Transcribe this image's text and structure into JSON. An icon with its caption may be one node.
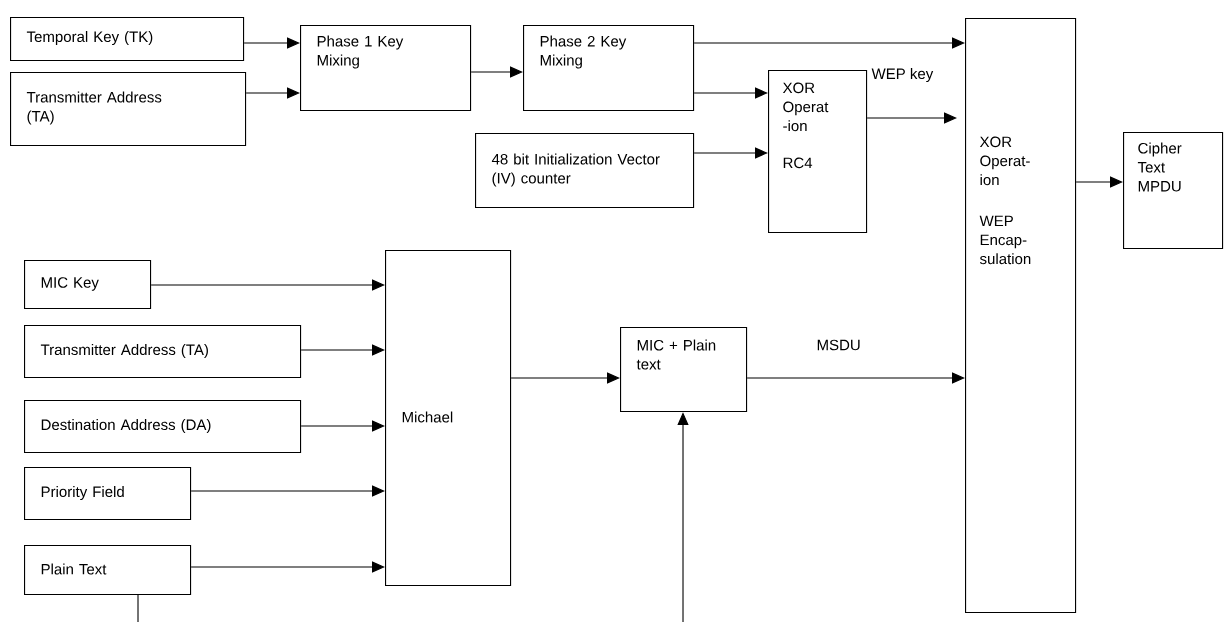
{
  "diagram": {
    "nodes": [
      {
        "text": [
          "Temporal Key (TK)"
        ]
      },
      {
        "text": [
          "Transmitter Address (TA)"
        ]
      },
      {
        "text": [
          "Phase 1 Key Mixing"
        ]
      },
      {
        "text": [
          "Phase 2 Key Mixing"
        ]
      },
      {
        "text": [
          "48 bit Initialization Vector (IV) counter"
        ]
      },
      {
        "text": [
          "XOR Operat -ion",
          "RC4"
        ]
      },
      {
        "text": [
          "XOR Operat- ion",
          "WEP Encap- sulation"
        ]
      },
      {
        "text": [
          "Cipher Text MPDU"
        ]
      },
      {
        "text": [
          "MIC Key"
        ]
      },
      {
        "text": [
          "Transmitter Address (TA)"
        ]
      },
      {
        "text": [
          "Destination Address (DA)"
        ]
      },
      {
        "text": [
          "Priority Field"
        ]
      },
      {
        "text": [
          "Plain Text"
        ]
      },
      {
        "text": [
          "Michael"
        ]
      },
      {
        "text": [
          "MIC + Plain text"
        ]
      }
    ],
    "edges": [
      {
        "from": 0,
        "to": 2,
        "arrow": "to"
      },
      {
        "from": 1,
        "to": 2,
        "arrow": "to"
      },
      {
        "from": 2,
        "to": 3,
        "arrow": "to"
      },
      {
        "from": 3,
        "to": 6,
        "arrow": "to"
      },
      {
        "from": 3,
        "to": 5,
        "arrow": "to"
      },
      {
        "from": 4,
        "to": 5,
        "arrow": "to"
      },
      {
        "from": 5,
        "to": 6,
        "arrow": "to",
        "label": "WEP key"
      },
      {
        "from": 6,
        "to": 7,
        "arrow": "to"
      },
      {
        "from": 8,
        "to": 13,
        "arrow": "to"
      },
      {
        "from": 9,
        "to": 13,
        "arrow": "to"
      },
      {
        "from": 10,
        "to": 13,
        "arrow": "to"
      },
      {
        "from": 11,
        "to": 13,
        "arrow": "to"
      },
      {
        "from": 12,
        "to": 13,
        "arrow": "to"
      },
      {
        "from": 13,
        "to": 14,
        "arrow": "to"
      },
      {
        "from": 14,
        "to": 6,
        "arrow": "to",
        "label": "MSDU"
      },
      {
        "from": 12,
        "to": null,
        "arrow": "none"
      },
      {
        "from": null,
        "to": 14,
        "arrow": "to"
      }
    ]
  }
}
